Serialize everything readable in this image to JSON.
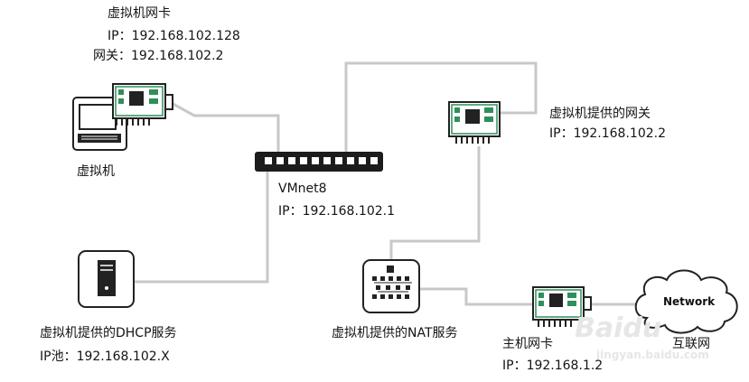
{
  "vm_nic": {
    "title": "虚拟机网卡",
    "ip": "IP：192.168.102.128",
    "gateway": "网关：192.168.102.2"
  },
  "vm": {
    "label": "虚拟机"
  },
  "vmnet": {
    "name": "VMnet8",
    "ip": "IP：192.168.102.1"
  },
  "vm_gateway": {
    "title": "虚拟机提供的网关",
    "ip": "IP：192.168.102.2"
  },
  "dhcp": {
    "title": "虚拟机提供的DHCP服务",
    "pool": "IP池：192.168.102.X"
  },
  "nat": {
    "title": "虚拟机提供的NAT服务"
  },
  "host_nic": {
    "title": "主机网卡",
    "ip": "IP：192.168.1.2"
  },
  "internet": {
    "cloud_label": "Network",
    "label": "互联网"
  },
  "watermark": {
    "brand": "Baidu",
    "sub": "jingyan.baidu.com"
  },
  "colors": {
    "wire": "#c8c8c8",
    "device_outline": "#222222",
    "chip_green": "#2f8f5a",
    "switch_body": "#1c1c1c"
  }
}
